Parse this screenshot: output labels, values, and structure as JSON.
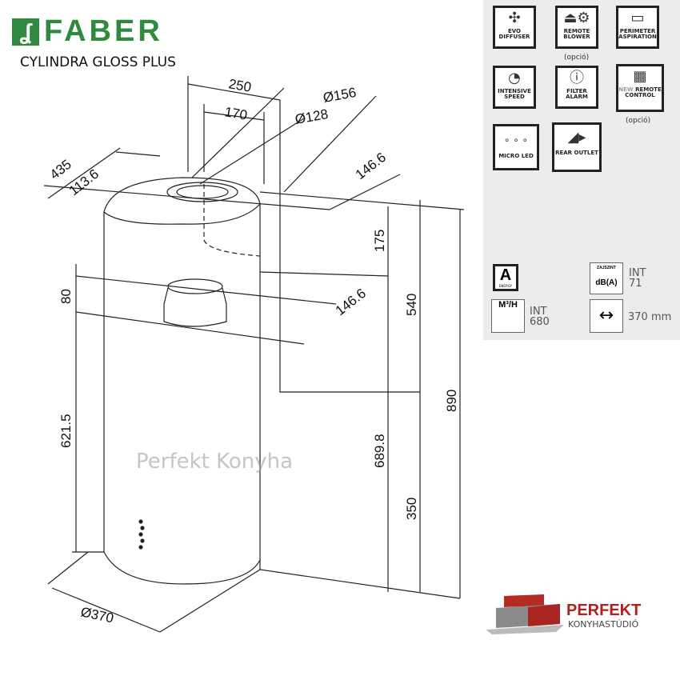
{
  "brand": {
    "logo_text": "FABER",
    "model": "CYLINDRA GLOSS PLUS"
  },
  "features": [
    {
      "label": "EVO DIFFUSER",
      "icon": "fan-icon"
    },
    {
      "label": "REMOTE BLOWER",
      "icon": "hood-gear-icon",
      "note": "(opció)"
    },
    {
      "label": "PERIMETER ASPIRATION",
      "icon": "perimeter-icon"
    },
    {
      "label": "INTENSIVE SPEED",
      "icon": "speed-gauge-icon"
    },
    {
      "label": "FILTER ALARM",
      "icon": "alert-icon"
    },
    {
      "label": "REMOTE CONTROL",
      "badge": "NEW",
      "icon": "remote-icon",
      "note": "(opció)"
    },
    {
      "label": "MICRO LED",
      "icon": "led-dots-icon"
    },
    {
      "label": "REAR OUTLET",
      "icon": "rear-outlet-icon"
    }
  ],
  "specs": {
    "energy_class": "A",
    "energy_label": "ENERGY",
    "noise_label": "ZAJSZINT",
    "noise_unit": "dB(A)",
    "noise_mode": "INT",
    "noise_value": "71",
    "airflow_unit": "M³/H",
    "airflow_mode": "INT",
    "airflow_value": "680",
    "width_value": "370 mm"
  },
  "dimensions": {
    "d250": "250",
    "d170": "170",
    "d156": "Ø156",
    "d128": "Ø128",
    "d435": "435",
    "d113": "113.6",
    "d146a": "146.6",
    "d175": "175",
    "d540": "540",
    "d890": "890",
    "d80": "80",
    "d146b": "146.6",
    "d621": "621.5",
    "d689": "689.8",
    "d350": "350",
    "d370": "Ø370"
  },
  "watermark": "Perfekt Konyha",
  "footer_logo": {
    "title": "PERFEKT",
    "subtitle": "KONYHASTÚDIÓ"
  }
}
